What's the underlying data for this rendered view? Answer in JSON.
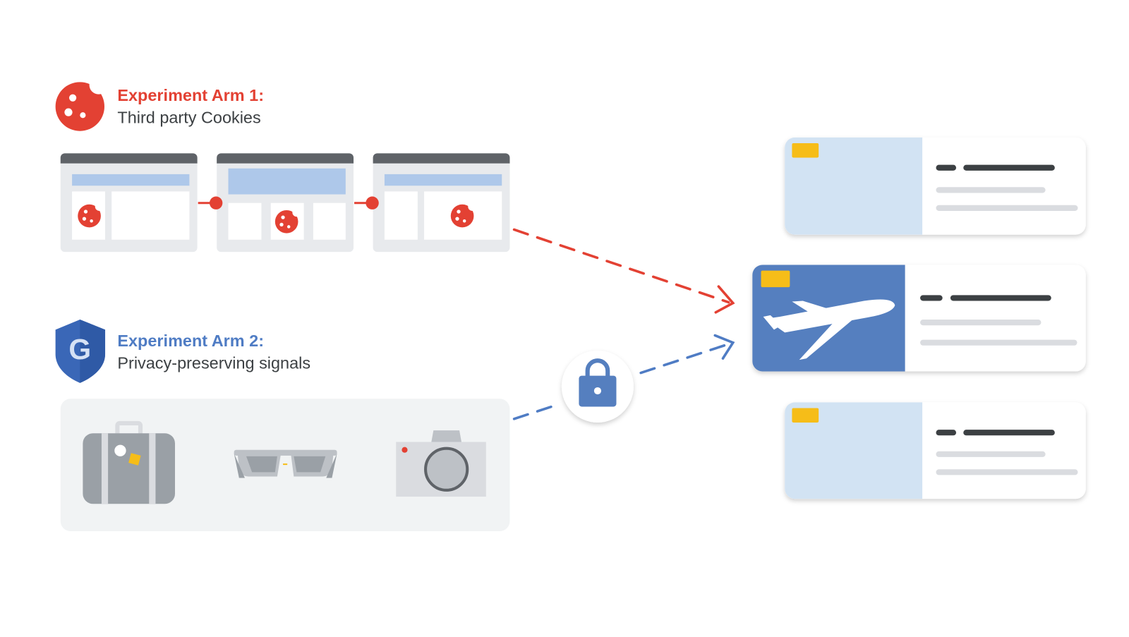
{
  "arm1": {
    "title": "Experiment Arm 1:",
    "subtitle": "Third party Cookies",
    "icon": "cookie-icon"
  },
  "arm2": {
    "title": "Experiment Arm 2:",
    "subtitle": "Privacy-preserving signals",
    "icon": "google-shield-icon"
  },
  "signals": [
    "suitcase-icon",
    "sunglasses-icon",
    "camera-icon"
  ],
  "ads": [
    {
      "name": "ad-card-top",
      "highlighted": false
    },
    {
      "name": "ad-card-airplane",
      "highlighted": true,
      "icon": "airplane-icon"
    },
    {
      "name": "ad-card-bottom",
      "highlighted": false
    }
  ],
  "colors": {
    "red": "#e34133",
    "blue": "#557fbf",
    "blue_text": "#4f7cc4",
    "light_blue": "#d2e3f3",
    "yellow": "#f6bd18",
    "dark": "#3c4043",
    "gray_bg": "#f1f3f4"
  }
}
